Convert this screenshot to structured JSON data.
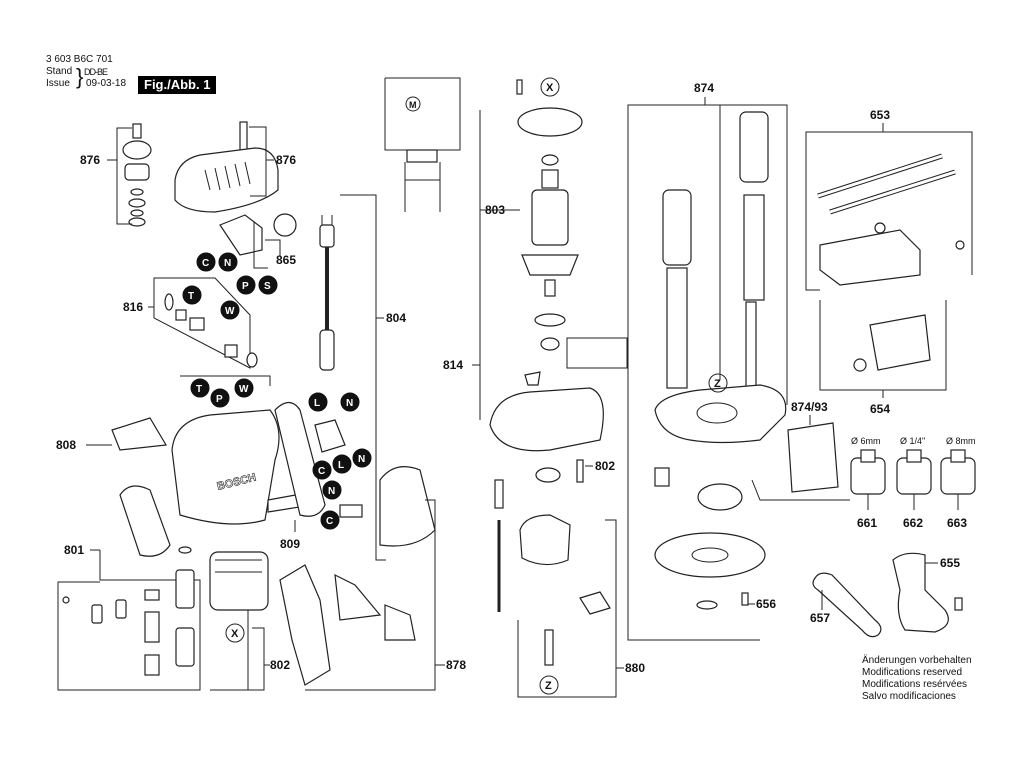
{
  "header": {
    "doc_number": "3 603 B6C 701",
    "stand_label": "Stand",
    "stand_value": "DD-BE",
    "issue_label": "Issue",
    "issue_value": "09-03-18",
    "figure_badge": "Fig./Abb. 1"
  },
  "footer_note": [
    "Änderungen vorbehalten",
    "Modifications reserved",
    "Modifications resérvées",
    "Salvo modificaciones"
  ],
  "brand_on_housing": "BOSCH",
  "part_labels": {
    "p876a": "876",
    "p876b": "876",
    "p865": "865",
    "p816": "816",
    "p804": "804",
    "p808": "808",
    "p809": "809",
    "p801": "801",
    "p802a": "802",
    "p878": "878",
    "p803": "803",
    "p814": "814",
    "p802b": "802",
    "p880": "880",
    "p874": "874",
    "p874_93": "874/93",
    "p656": "656",
    "p653": "653",
    "p654": "654",
    "p661": "661",
    "p662": "662",
    "p663": "663",
    "p655": "655",
    "p657": "657"
  },
  "collet_sizes": {
    "c661": "Ø 6mm",
    "c662": "Ø 1/4\"",
    "c663": "Ø 8mm"
  },
  "wire_badges": {
    "b1": "C",
    "b2": "N",
    "b3": "P",
    "b4": "S",
    "b5": "T",
    "b6": "W",
    "b7": "T",
    "b8": "P",
    "b9": "W",
    "b10": "L",
    "b11": "N",
    "b12": "C",
    "b13": "L",
    "b14": "N",
    "b15": "N",
    "b16": "C"
  },
  "reference_markers": {
    "x_top": "X",
    "x_bottom": "X",
    "z_base": "Z",
    "z_bottom": "Z"
  },
  "schematic": {
    "motor_symbol": "M"
  }
}
